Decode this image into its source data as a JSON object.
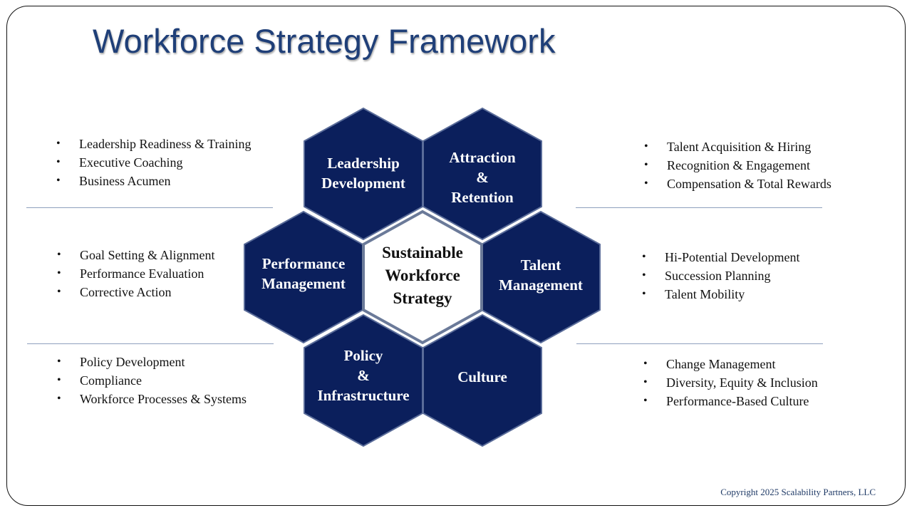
{
  "slide": {
    "title": "Workforce Strategy Framework"
  },
  "colors": {
    "hex_fill": "#0b1f5c",
    "center_fill": "#ffffff",
    "title": "#1f3f78"
  },
  "center": {
    "lines": [
      "Sustainable",
      "Workforce",
      "Strategy"
    ]
  },
  "hexagons": [
    {
      "id": "leadership",
      "lines": [
        "Leadership",
        "Development"
      ]
    },
    {
      "id": "attraction",
      "lines": [
        "Attraction",
        "&",
        "Retention"
      ]
    },
    {
      "id": "performance",
      "lines": [
        "Performance",
        "Management"
      ]
    },
    {
      "id": "talent",
      "lines": [
        "Talent",
        "Management"
      ]
    },
    {
      "id": "policy",
      "lines": [
        "Policy",
        "&",
        "Infrastructure"
      ]
    },
    {
      "id": "culture",
      "lines": [
        "Culture"
      ]
    }
  ],
  "lists": {
    "leadership": [
      "Leadership Readiness & Training",
      "Executive Coaching",
      "Business Acumen"
    ],
    "attraction": [
      "Talent Acquisition & Hiring",
      "Recognition & Engagement",
      "Compensation & Total Rewards"
    ],
    "performance": [
      "Goal Setting & Alignment",
      "Performance Evaluation",
      "Corrective Action"
    ],
    "talent": [
      "Hi-Potential Development",
      "Succession Planning",
      "Talent Mobility"
    ],
    "policy": [
      "Policy Development",
      "Compliance",
      "Workforce Processes & Systems"
    ],
    "culture": [
      "Change Management",
      "Diversity, Equity & Inclusion",
      "Performance-Based Culture"
    ]
  },
  "footer": {
    "copyright": "Copyright 2025 Scalability Partners, LLC"
  }
}
